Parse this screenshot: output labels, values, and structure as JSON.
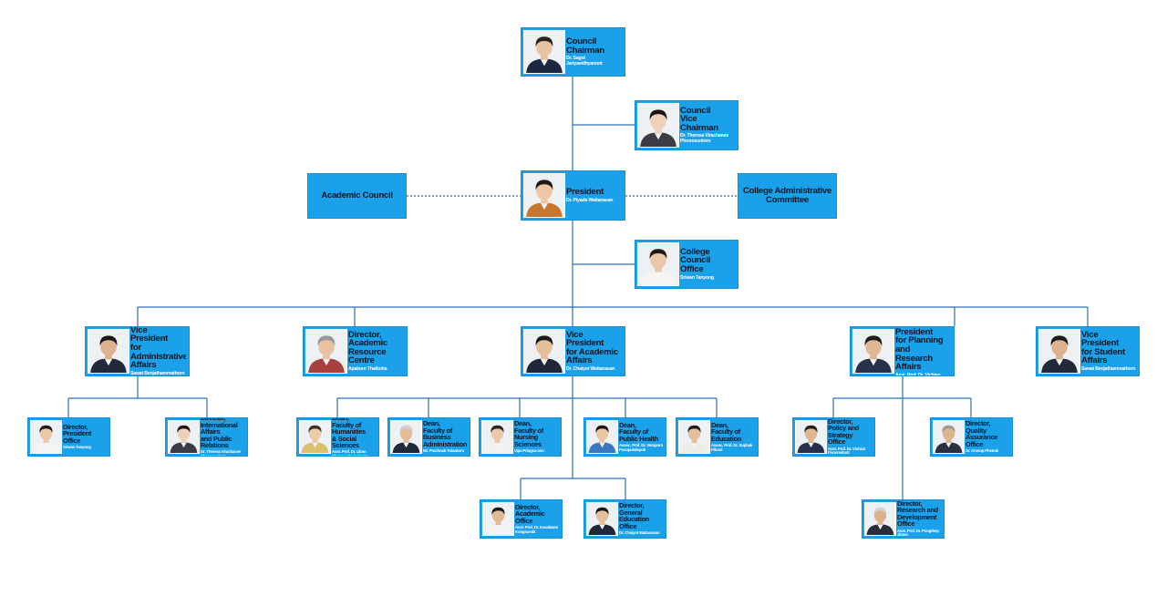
{
  "diagram": {
    "nodes": [
      {
        "id": "council-chairman",
        "title": "Council Chairman",
        "name": "Dr. Sagol  Jariyavidhyanont",
        "photo": true,
        "skin": "#e7c3a2",
        "hair": "#2a2220",
        "shirt": "#1d2740"
      },
      {
        "id": "council-vice-chairman",
        "title": "Council\nVice Chairman",
        "name": "Dr. Theresa  Virachanee\nPhromsuntorn",
        "photo": true,
        "skin": "#efd0b8",
        "hair": "#1e1414",
        "shirt": "#3b3b44"
      },
      {
        "id": "academic-council",
        "title": "Academic Council",
        "name": "",
        "photo": false
      },
      {
        "id": "president",
        "title": "President",
        "name": "Dr. Piyada  Wattanasan",
        "photo": true,
        "skin": "#eec6a6",
        "hair": "#221816",
        "shirt": "#c8762e"
      },
      {
        "id": "college-administrative-committee",
        "title": "College Administrative\nCommittee",
        "name": "",
        "photo": false
      },
      {
        "id": "college-council-office",
        "title": "College Council\nOffice",
        "name": "Sriwan  Tanyong",
        "photo": true,
        "skin": "#e9c7a8",
        "hair": "#1e1a1a",
        "shirt": "#f4f4f6"
      },
      {
        "id": "vp-administrative",
        "title": "Vice President\nfor Administrative\nAffairs",
        "name": "Sawat  Benjathammathorn",
        "photo": true,
        "skin": "#dcb290",
        "hair": "#1c1a1a",
        "shirt": "#222a3a"
      },
      {
        "id": "director-academic-resource",
        "title": "Director,\nAcademic Resource\nCentre",
        "name": "Apakorn  Thaiboha",
        "photo": true,
        "skin": "#e8c2a0",
        "hair": "#9a9a9a",
        "shirt": "#a84040"
      },
      {
        "id": "vp-academic",
        "title": "Vice President\nfor Academic\nAffairs",
        "name": "Dr. Chaiyot  Wattanasan",
        "photo": true,
        "skin": "#e4bf9c",
        "hair": "#1b1a1a",
        "shirt": "#1f2738"
      },
      {
        "id": "vp-planning-research",
        "title": "Vice President\nfor Planning and\nResearch Affairs",
        "name": "Asst. Prof. Dr. Vichian  Puncreobutr",
        "photo": true,
        "skin": "#dfb792",
        "hair": "#1f1d1c",
        "shirt": "#29304a"
      },
      {
        "id": "vp-student",
        "title": "Vice President\nfor Student Affairs",
        "name": "Sawat  Benjathammathorn",
        "photo": true,
        "skin": "#dcb290",
        "hair": "#1c1a1a",
        "shirt": "#222a3a"
      },
      {
        "id": "director-president-office",
        "title": "Director,\nPresident Office",
        "name": "Sriwan  Tanyong",
        "photo": true,
        "skin": "#e9c7a8",
        "hair": "#1e1a1a",
        "shirt": "#f4f4f6"
      },
      {
        "id": "director-international",
        "title": "Director,\nInternational Affairs\nand Public Relations",
        "name": "Dr. Theresa  Virachanee\nPhromsuntorn",
        "photo": true,
        "skin": "#efd0b8",
        "hair": "#1e1414",
        "shirt": "#3b3b44"
      },
      {
        "id": "dean-humanities",
        "title": "Dean,\nFaculty of Humanities\n& Social Sciences",
        "name": "Asst. Prof. Dr. Ubon\nDhanesschaiyakupta",
        "photo": true,
        "skin": "#ecc9a8",
        "hair": "#3a302a",
        "shirt": "#d8c070"
      },
      {
        "id": "dean-business",
        "title": "Dean,\nFaculty of Business\nAdministration",
        "name": "Mr. Prachoab  Tolsakorn",
        "photo": true,
        "skin": "#e3bb98",
        "hair": "#cfcfcf",
        "shirt": "#20283a"
      },
      {
        "id": "dean-nursing",
        "title": "Dean,\nFaculty of\nNursing Sciences",
        "name": "Vipa  Pringsa-ann",
        "photo": true,
        "skin": "#eac8aa",
        "hair": "#2c2422",
        "shirt": "#f1f1f1"
      },
      {
        "id": "dean-public-health",
        "title": "Dean,\nFaculty of\nPublic Health",
        "name": "Assoc. Prof. Dr. Veraporn\nPusapukdepob",
        "photo": true,
        "skin": "#ebc6a5",
        "hair": "#1e1818",
        "shirt": "#3a78c0"
      },
      {
        "id": "dean-education",
        "title": "Dean,\nFaculty of Education",
        "name": "Assoc. Prof. Dr. Suphak  Pibool",
        "photo": true,
        "skin": "#e4bf9c",
        "hair": "#201c1c",
        "shirt": "#ecece6"
      },
      {
        "id": "director-policy-strategy",
        "title": "Director,\nPolicy and Strategy\nOffice",
        "name": "Asst. Prof. Dr. Vichian\nPuncreobutr",
        "photo": true,
        "skin": "#dfb792",
        "hair": "#1f1d1c",
        "shirt": "#29304a"
      },
      {
        "id": "director-quality-assurance",
        "title": "Director,\nQuality Assurance\nOffice",
        "name": "Dr. Anmop  Phetrak",
        "photo": true,
        "skin": "#dcb48e",
        "hair": "#9a9a9a",
        "shirt": "#2a3040"
      },
      {
        "id": "director-academic-office",
        "title": "Director,\nAcademic Office",
        "name": "Asst. Prof. Dr. Kasalawat\nKongsuedit",
        "photo": true,
        "skin": "#e1b994",
        "hair": "#1c1a1a",
        "shirt": "#f2f2f2"
      },
      {
        "id": "director-general-education",
        "title": "Director,\nGeneral Education\nOffice",
        "name": "Dr. Chaiyot  Wattanasan",
        "photo": true,
        "skin": "#e4bf9c",
        "hair": "#1b1a1a",
        "shirt": "#1f2738"
      },
      {
        "id": "director-research-development",
        "title": "Director,\nResearch and\nDevelopment Office",
        "name": "Asst. Prof. Dr. Pongthep Jiravo",
        "photo": true,
        "skin": "#dcb28e",
        "hair": "#d4d4d4",
        "shirt": "#2a2e3c"
      }
    ],
    "edges": [
      {
        "from": "council-chairman",
        "to": "president",
        "style": "solid"
      },
      {
        "from": "council-chairman",
        "to": "council-vice-chairman",
        "style": "solid"
      },
      {
        "from": "president",
        "to": "academic-council",
        "style": "dashed"
      },
      {
        "from": "president",
        "to": "college-administrative-committee",
        "style": "dashed"
      },
      {
        "from": "president",
        "to": "college-council-office",
        "style": "solid"
      },
      {
        "from": "president",
        "to": "vp-administrative",
        "style": "solid"
      },
      {
        "from": "president",
        "to": "director-academic-resource",
        "style": "solid"
      },
      {
        "from": "president",
        "to": "vp-academic",
        "style": "solid"
      },
      {
        "from": "president",
        "to": "vp-planning-research",
        "style": "solid"
      },
      {
        "from": "president",
        "to": "vp-student",
        "style": "solid"
      },
      {
        "from": "vp-administrative",
        "to": "director-president-office",
        "style": "solid"
      },
      {
        "from": "vp-administrative",
        "to": "director-international",
        "style": "solid"
      },
      {
        "from": "vp-academic",
        "to": "dean-humanities",
        "style": "solid"
      },
      {
        "from": "vp-academic",
        "to": "dean-business",
        "style": "solid"
      },
      {
        "from": "vp-academic",
        "to": "dean-nursing",
        "style": "solid"
      },
      {
        "from": "vp-academic",
        "to": "dean-public-health",
        "style": "solid"
      },
      {
        "from": "vp-academic",
        "to": "dean-education",
        "style": "solid"
      },
      {
        "from": "vp-academic",
        "to": "director-academic-office",
        "style": "solid"
      },
      {
        "from": "vp-academic",
        "to": "director-general-education",
        "style": "solid"
      },
      {
        "from": "vp-planning-research",
        "to": "director-policy-strategy",
        "style": "solid"
      },
      {
        "from": "vp-planning-research",
        "to": "director-quality-assurance",
        "style": "solid"
      },
      {
        "from": "vp-planning-research",
        "to": "director-research-development",
        "style": "solid"
      }
    ]
  },
  "colors": {
    "box_fill": "#1aa1ea",
    "connector": "#2e6db5",
    "title_text": "#0b1622",
    "name_text": "#ffffff"
  }
}
